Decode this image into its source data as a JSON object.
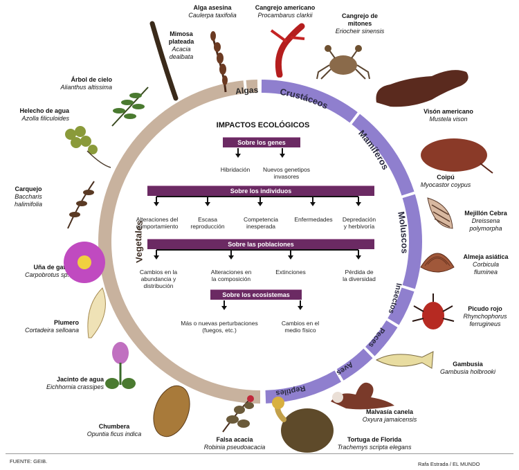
{
  "title": "IMPACTOS ECOLÓGICOS",
  "categories": {
    "algas": "Algas",
    "crustaceos": "Crustáceos",
    "mamiferos": "Mamíferos",
    "moluscos": "Moluscos",
    "insectos": "Insectos",
    "peces": "Peces",
    "aves": "Aves",
    "reptiles": "Reptiles",
    "vegetales": "Vegetales"
  },
  "sections": {
    "genes": {
      "header": "Sobre los genes",
      "items": [
        "Hibridación",
        "Nuevos genetipos\ninvasores"
      ]
    },
    "individuos": {
      "header": "Sobre los individuos",
      "items": [
        "Alteraciones del\ncomportamiento",
        "Escasa\nreproducción",
        "Competencia\ninesperada",
        "Enfermedades",
        "Depredación\ny herbivoría"
      ]
    },
    "poblaciones": {
      "header": "Sobre las poblaciones",
      "items": [
        "Cambios en la\nabundancia y\ndistribución",
        "Alteraciones en\nla composición",
        "Extinciones",
        "Pérdida de\nla diversidad"
      ]
    },
    "ecosistemas": {
      "header": "Sobre los ecosistemas",
      "items": [
        "Más o nuevas perturbaciones\n(fuegos, etc.)",
        "Cambios en el\nmedio físico"
      ]
    }
  },
  "species": [
    {
      "common": "Alga asesina",
      "scientific": "Caulerpa taxifolia"
    },
    {
      "common": "Cangrejo americano",
      "scientific": "Procambarus clarkii"
    },
    {
      "common": "Cangrejo de\nmitones",
      "scientific": "Eriocheir sinensis"
    },
    {
      "common": "Visón americano",
      "scientific": "Mustela vison"
    },
    {
      "common": "Coipú",
      "scientific": "Myocastor coypus"
    },
    {
      "common": "Mejillón Cebra",
      "scientific": "Dreissena\npolymorpha"
    },
    {
      "common": "Almeja asiática",
      "scientific": "Corbicula\nfluminea"
    },
    {
      "common": "Picudo rojo",
      "scientific": "Rhynchophorus\nferrugineus"
    },
    {
      "common": "Gambusia",
      "scientific": "Gambusia holbrooki"
    },
    {
      "common": "Malvasía canela",
      "scientific": "Oxyura jamaicensis"
    },
    {
      "common": "Tortuga de Florida",
      "scientific": "Trachemys scripta elegans"
    },
    {
      "common": "Falsa acacia",
      "scientific": "Robinia pseudoacacia"
    },
    {
      "common": "Chumbera",
      "scientific": "Opuntia ficus indica"
    },
    {
      "common": "Jacinto de agua",
      "scientific": "Eichhornia crassipes"
    },
    {
      "common": "Plumero",
      "scientific": "Cortadeira selloana"
    },
    {
      "common": "Uña de gato",
      "scientific": "Carpobrotus sp."
    },
    {
      "common": "Carquejo",
      "scientific": "Baccharis\nhalimifolia"
    },
    {
      "common": "Helecho de agua",
      "scientific": "Azolla filiculoides"
    },
    {
      "common": "Árbol de cielo",
      "scientific": "Alianthus altissima"
    },
    {
      "common": "Mimosa\nplateada",
      "scientific": "Acacia\ndealbata"
    }
  ],
  "footer": {
    "source": "FUENTE: GEIB.",
    "credit": "Rafa Estrada / EL MUNDO"
  },
  "colors": {
    "bar": "#6b2a63",
    "vegetales_ring": "#c8b29e",
    "animal_ring": "#8f7fce"
  }
}
